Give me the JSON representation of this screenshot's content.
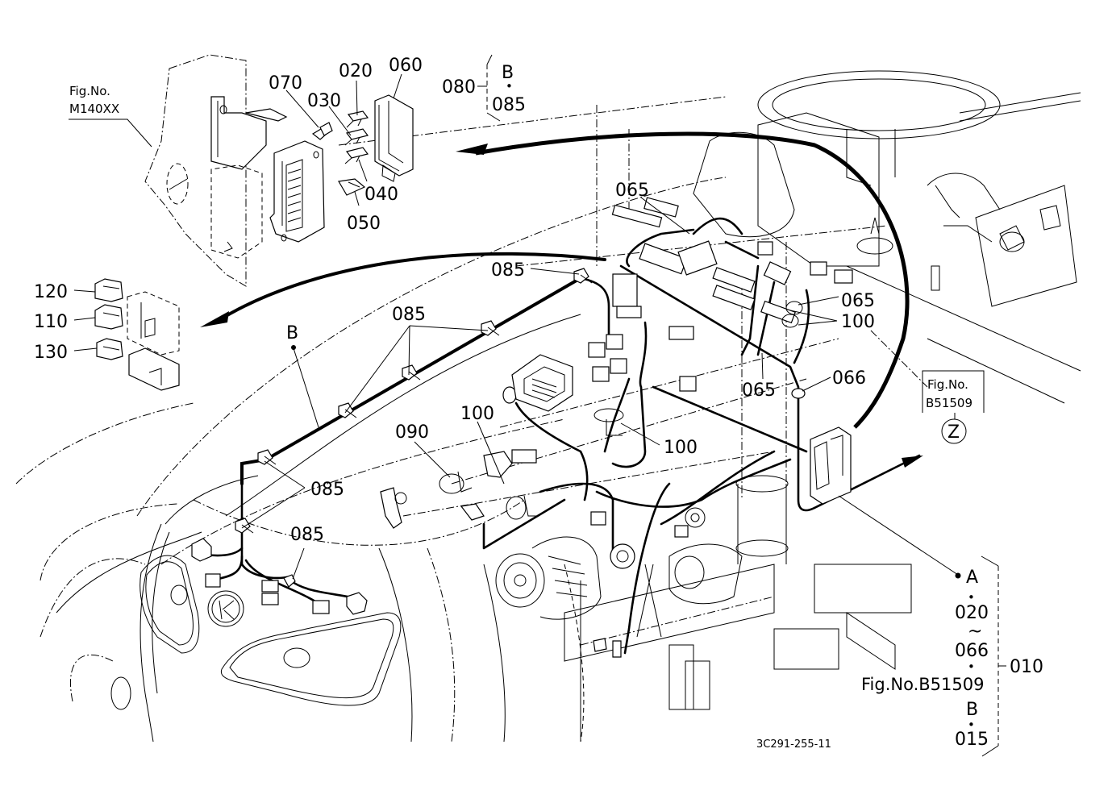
{
  "figure": {
    "drawing_number": "3C291-255-11",
    "type": "exploded parts diagram",
    "subject": "tractor front wiring harness"
  },
  "references": {
    "m140": {
      "line1": "Fig.No.",
      "line2": "M140XX"
    },
    "b51509": {
      "line1": "Fig.No.",
      "line2": "B51509"
    },
    "zoom_marker": "Z"
  },
  "group_080": {
    "number": "080",
    "letter": "B",
    "dot": "•",
    "item": "085"
  },
  "group_010": {
    "number": "010",
    "letter_a": "A",
    "dot1": "•",
    "from": "020",
    "tilde": "~",
    "to": "066",
    "dot2": "•",
    "fig_ref": "Fig.No.B51509",
    "letter_b": "B",
    "dot3": "•",
    "last": "015"
  },
  "callouts": {
    "c020": "020",
    "c030": "030",
    "c040": "040",
    "c050": "050",
    "c060": "060",
    "c070": "070",
    "c120": "120",
    "c110": "110",
    "c130": "130",
    "c065_top": "065",
    "c085_top": "085",
    "c085_mid": "085",
    "c085_left": "085",
    "c085_low": "085",
    "c090": "090",
    "c100_mid": "100",
    "c100_relay": "100",
    "c065_right": "065",
    "c100_right": "100",
    "c065_center": "065",
    "c066": "066",
    "point_b": "B"
  }
}
